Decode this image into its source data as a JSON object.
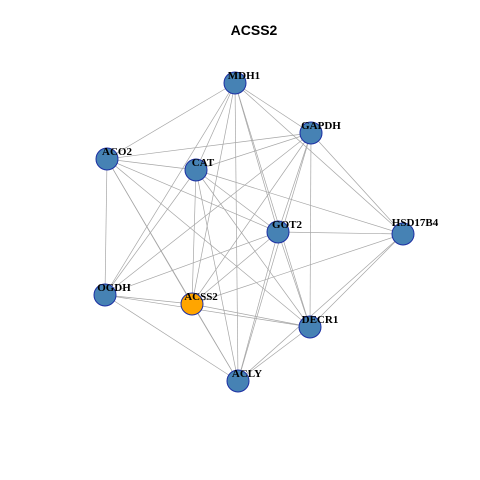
{
  "graph": {
    "title": "ACSS2",
    "colors": {
      "node_fill": "#4682b4",
      "highlight_fill": "#ffa500",
      "node_stroke": "#1c2fa3",
      "edge": "#a6a6a6"
    },
    "nodes": [
      {
        "id": "MDH1",
        "label": "MDH1",
        "highlight": false
      },
      {
        "id": "GAPDH",
        "label": "GAPDH",
        "highlight": false
      },
      {
        "id": "ACO2",
        "label": "ACO2",
        "highlight": false
      },
      {
        "id": "CAT",
        "label": "CAT",
        "highlight": false
      },
      {
        "id": "GOT2",
        "label": "GOT2",
        "highlight": false
      },
      {
        "id": "HSD17B4",
        "label": "HSD17B4",
        "highlight": false
      },
      {
        "id": "OGDH",
        "label": "OGDH",
        "highlight": false
      },
      {
        "id": "ACSS2",
        "label": "ACSS2",
        "highlight": true
      },
      {
        "id": "DECR1",
        "label": "DECR1",
        "highlight": false
      },
      {
        "id": "ACLY",
        "label": "ACLY",
        "highlight": false
      }
    ],
    "edges": [
      [
        "MDH1",
        "GAPDH"
      ],
      [
        "MDH1",
        "ACO2"
      ],
      [
        "MDH1",
        "CAT"
      ],
      [
        "MDH1",
        "GOT2"
      ],
      [
        "MDH1",
        "HSD17B4"
      ],
      [
        "MDH1",
        "OGDH"
      ],
      [
        "MDH1",
        "ACSS2"
      ],
      [
        "MDH1",
        "DECR1"
      ],
      [
        "MDH1",
        "ACLY"
      ],
      [
        "GAPDH",
        "ACO2"
      ],
      [
        "GAPDH",
        "CAT"
      ],
      [
        "GAPDH",
        "GOT2"
      ],
      [
        "GAPDH",
        "HSD17B4"
      ],
      [
        "GAPDH",
        "OGDH"
      ],
      [
        "GAPDH",
        "ACSS2"
      ],
      [
        "GAPDH",
        "DECR1"
      ],
      [
        "GAPDH",
        "ACLY"
      ],
      [
        "ACO2",
        "CAT"
      ],
      [
        "ACO2",
        "GOT2"
      ],
      [
        "ACO2",
        "OGDH"
      ],
      [
        "ACO2",
        "ACSS2"
      ],
      [
        "ACO2",
        "DECR1"
      ],
      [
        "ACO2",
        "ACLY"
      ],
      [
        "CAT",
        "GOT2"
      ],
      [
        "CAT",
        "HSD17B4"
      ],
      [
        "CAT",
        "OGDH"
      ],
      [
        "CAT",
        "ACSS2"
      ],
      [
        "CAT",
        "DECR1"
      ],
      [
        "CAT",
        "ACLY"
      ],
      [
        "GOT2",
        "HSD17B4"
      ],
      [
        "GOT2",
        "OGDH"
      ],
      [
        "GOT2",
        "ACSS2"
      ],
      [
        "GOT2",
        "DECR1"
      ],
      [
        "GOT2",
        "ACLY"
      ],
      [
        "HSD17B4",
        "ACSS2"
      ],
      [
        "HSD17B4",
        "DECR1"
      ],
      [
        "HSD17B4",
        "ACLY"
      ],
      [
        "OGDH",
        "ACSS2"
      ],
      [
        "OGDH",
        "DECR1"
      ],
      [
        "OGDH",
        "ACLY"
      ],
      [
        "ACSS2",
        "DECR1"
      ],
      [
        "ACSS2",
        "ACLY"
      ],
      [
        "DECR1",
        "ACLY"
      ]
    ]
  }
}
